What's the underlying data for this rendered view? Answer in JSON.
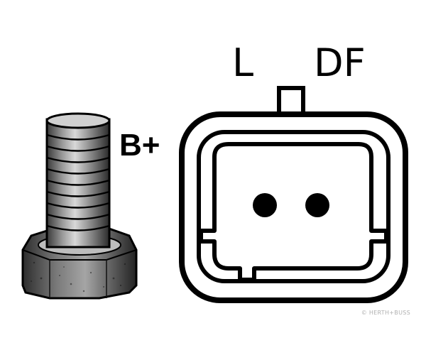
{
  "labels": {
    "positive_terminal": "B+",
    "pin_l": "L",
    "pin_df": "DF"
  },
  "watermark": "© HERTH+BUSS",
  "icons": {
    "bolt": "threaded-terminal-bolt-icon",
    "connector": "two-pin-plug-connector-icon"
  },
  "colors": {
    "line": "#000000",
    "background": "#ffffff"
  }
}
